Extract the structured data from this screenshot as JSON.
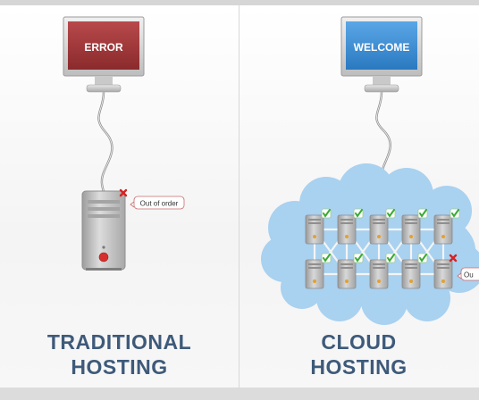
{
  "traditional": {
    "screen_text": "ERROR",
    "status_label": "Out of order",
    "title_line1": "TRADITIONAL",
    "title_line2": "HOSTING"
  },
  "cloud": {
    "screen_text": "WELCOME",
    "status_label_partial": "Ou",
    "title_line1": "CLOUD",
    "title_line2": "HOSTING"
  },
  "colors": {
    "error_screen": "#9e3436",
    "welcome_screen": "#3a8fd6",
    "cloud": "#a9d1f0",
    "title": "#3e5a7a",
    "check": "#3aa935",
    "cross": "#d52222"
  },
  "icons": [
    "monitor-icon",
    "server-tower-icon",
    "cloud-icon",
    "check-icon",
    "cross-icon"
  ]
}
